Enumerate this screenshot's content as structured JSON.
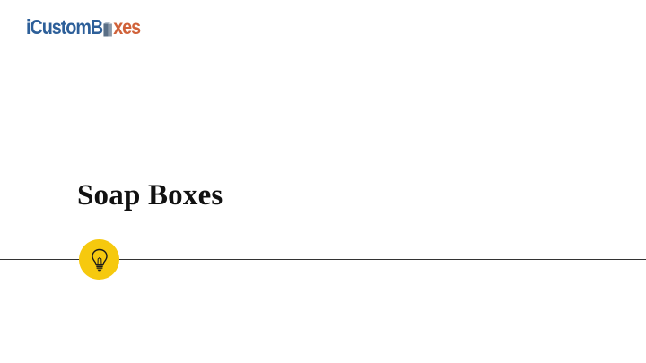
{
  "logo": {
    "part_1": "iCustom",
    "box_letter": "o",
    "part_2": "xes",
    "lead_letter": "B",
    "colors": {
      "blue": "#2d5f99",
      "orange": "#d0623a"
    }
  },
  "slide": {
    "title": "Soap Boxes"
  },
  "decor": {
    "badge_icon": "lightbulb-icon",
    "badge_color": "#f6c90e",
    "divider_color": "#333333"
  }
}
